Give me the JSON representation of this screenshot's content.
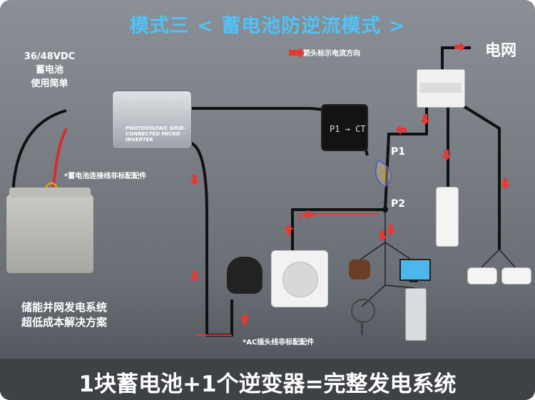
{
  "title": "模式三 < 蓄电池防逆流模式 >",
  "battery_spec": [
    "36/48VDC",
    "蓄电池",
    "使用简单"
  ],
  "legend": "箭头标示电流方向",
  "grid_label": "电网",
  "p1": "P1",
  "p2": "P2",
  "battery_cable_note": "*蓄电池连接线非标配配件",
  "ac_plug_note": "*AC插头线非标配配件",
  "storage_line1": "储能并网发电系统",
  "storage_line2": "超低成本解决方案",
  "footer": "1块蓄电池+1个逆变器=完整发电系统",
  "inverter_brand": "PHOTOVOLTAIC GRID-CONNECTED MICRO INVERTER",
  "zoom_text": "P1 → CT",
  "colors": {
    "title": "#4fc3f7",
    "arrow": "#e53935",
    "cable": "#111111"
  }
}
